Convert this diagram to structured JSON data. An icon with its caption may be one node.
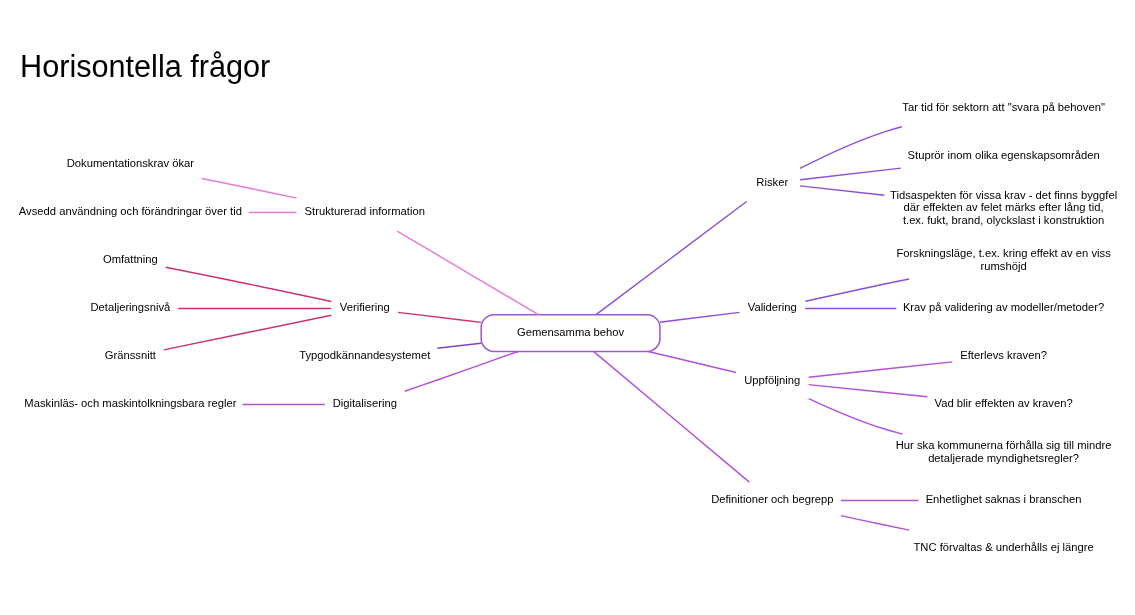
{
  "diagram": {
    "title": "Horisontella frågor",
    "nodes": [
      {
        "text": [
          "Gemensamma behov"
        ]
      },
      {
        "text": [
          "Risker"
        ]
      },
      {
        "text": [
          "Tar tid för sektorn att \"svara på behoven\""
        ]
      },
      {
        "text": [
          "Stuprör inom olika egenskapsområden"
        ]
      },
      {
        "text": [
          "Tidsaspekten för vissa krav - det finns byggfel där effekten av felet märks efter lång tid, t.ex. fukt, brand, olyckslast i konstruktion"
        ]
      },
      {
        "text": [
          "Validering"
        ]
      },
      {
        "text": [
          "Forskningsläge, t.ex. kring effekt av en viss rumshöjd"
        ]
      },
      {
        "text": [
          "Krav på validering av modeller/metoder?"
        ]
      },
      {
        "text": [
          "Uppföljning"
        ]
      },
      {
        "text": [
          "Efterlevs kraven?"
        ]
      },
      {
        "text": [
          "Vad blir effekten av kraven?"
        ]
      },
      {
        "text": [
          "Hur ska kommunerna förhålla sig till mindre detaljerade myndighetsregler?"
        ]
      },
      {
        "text": [
          "Definitioner och begrepp"
        ]
      },
      {
        "text": [
          "Enhetlighet saknas i branschen"
        ]
      },
      {
        "text": [
          "TNC förvaltas & underhålls ej längre"
        ]
      },
      {
        "text": [
          "Strukturerad information"
        ]
      },
      {
        "text": [
          "Dokumentationskrav ökar"
        ]
      },
      {
        "text": [
          "Avsedd användning och förändringar över tid"
        ]
      },
      {
        "text": [
          "Verifiering"
        ]
      },
      {
        "text": [
          "Omfattning"
        ]
      },
      {
        "text": [
          "Detaljeringsnivå"
        ]
      },
      {
        "text": [
          "Gränssnitt"
        ]
      },
      {
        "text": [
          "Typgodkännandesystemet"
        ]
      },
      {
        "text": [
          "Digitalisering"
        ]
      },
      {
        "text": [
          "Maskinläs- och maskintolkningsbara regler"
        ]
      }
    ],
    "edges": [
      {
        "from": 0,
        "to": 1,
        "arrow": "none",
        "color": "#8a4fd6"
      },
      {
        "from": 1,
        "to": 2,
        "arrow": "none",
        "color": "#8a4fd6"
      },
      {
        "from": 1,
        "to": 3,
        "arrow": "none",
        "color": "#8a4fd6"
      },
      {
        "from": 1,
        "to": 4,
        "arrow": "none",
        "color": "#8a4fd6"
      },
      {
        "from": 0,
        "to": 5,
        "arrow": "none",
        "color": "#8a4fd6"
      },
      {
        "from": 5,
        "to": 6,
        "arrow": "none",
        "color": "#8a4fd6"
      },
      {
        "from": 5,
        "to": 7,
        "arrow": "none",
        "color": "#8a4fd6"
      },
      {
        "from": 0,
        "to": 8,
        "arrow": "none"
      },
      {
        "from": 8,
        "to": 9,
        "arrow": "none"
      },
      {
        "from": 8,
        "to": 10,
        "arrow": "none"
      },
      {
        "from": 8,
        "to": 11,
        "arrow": "none"
      },
      {
        "from": 0,
        "to": 12,
        "arrow": "none"
      },
      {
        "from": 12,
        "to": 13,
        "arrow": "none"
      },
      {
        "from": 12,
        "to": 14,
        "arrow": "none"
      },
      {
        "from": 15,
        "to": 0,
        "arrow": "none",
        "color": "#e67ad8"
      },
      {
        "from": 16,
        "to": 15,
        "arrow": "none",
        "color": "#e67ad8"
      },
      {
        "from": 17,
        "to": 15,
        "arrow": "none",
        "color": "#e67ad8"
      },
      {
        "from": 18,
        "to": 0,
        "arrow": "none",
        "color": "#c8307a"
      },
      {
        "from": 19,
        "to": 18,
        "arrow": "none",
        "color": "#c8307a"
      },
      {
        "from": 20,
        "to": 18,
        "arrow": "none",
        "color": "#c8307a"
      },
      {
        "from": 21,
        "to": 18,
        "arrow": "none",
        "color": "#c8307a"
      },
      {
        "from": 22,
        "to": 0,
        "arrow": "none",
        "color": "#7e44c0"
      },
      {
        "from": 23,
        "to": 0,
        "arrow": "none"
      },
      {
        "from": 24,
        "to": 23,
        "arrow": "none"
      }
    ]
  }
}
